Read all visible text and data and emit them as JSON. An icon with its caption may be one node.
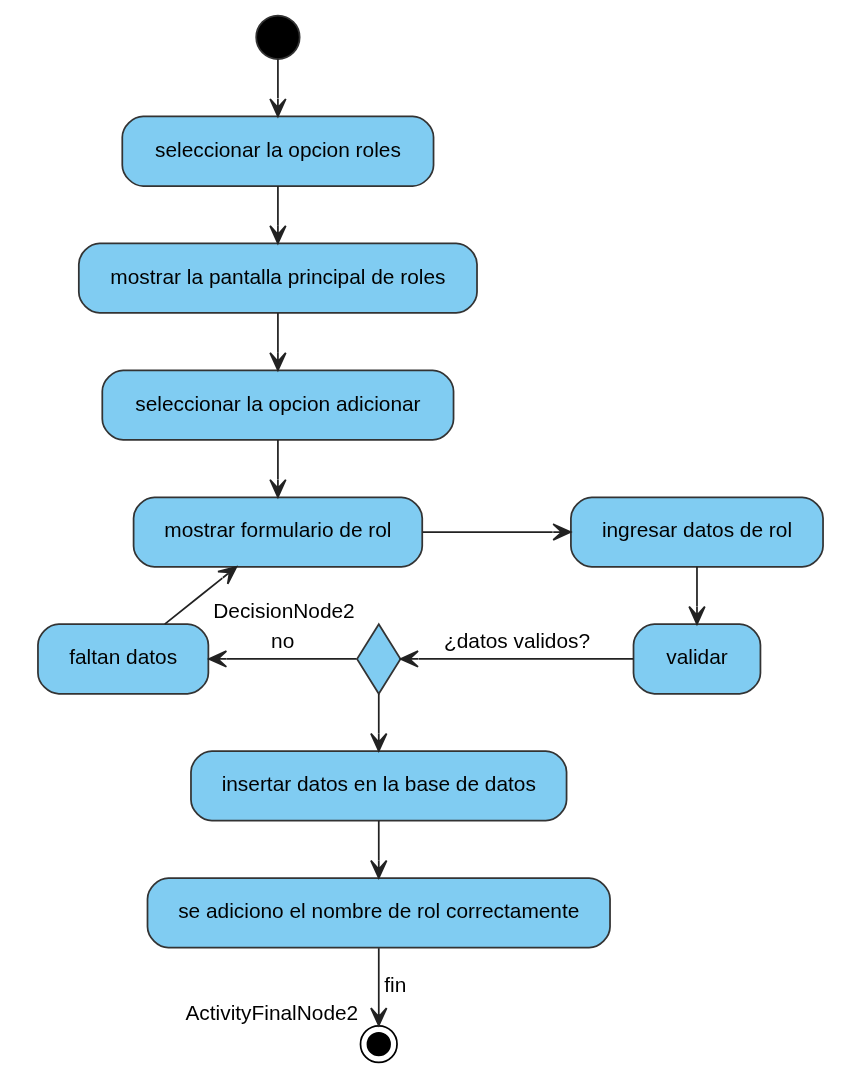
{
  "diagram": {
    "nodes": [
      {
        "text": [],
        "shape": "circle"
      },
      {
        "text": [
          "seleccionar la opcion roles"
        ]
      },
      {
        "text": [
          "mostrar la pantalla principal de roles"
        ]
      },
      {
        "text": [
          "seleccionar la opcion adicionar"
        ]
      },
      {
        "text": [
          "mostrar formulario de rol"
        ]
      },
      {
        "text": [
          "ingresar datos de rol"
        ]
      },
      {
        "text": [
          "validar"
        ]
      },
      {
        "text": [],
        "shape": "diamond",
        "beside": [
          "DecisionNode2"
        ]
      },
      {
        "text": [
          "faltan datos"
        ]
      },
      {
        "text": [
          "insertar datos en la base de datos"
        ]
      },
      {
        "text": [
          "se adiciono el nombre de rol correctamente"
        ]
      },
      {
        "text": [],
        "shape": "circle",
        "beside": [
          "ActivityFinalNode2"
        ]
      }
    ],
    "edges": [
      {
        "from": 0,
        "to": 1,
        "arrow": "to"
      },
      {
        "from": 1,
        "to": 2,
        "arrow": "to"
      },
      {
        "from": 2,
        "to": 3,
        "arrow": "to"
      },
      {
        "from": 3,
        "to": 4,
        "arrow": "to"
      },
      {
        "from": 4,
        "to": 5,
        "arrow": "to"
      },
      {
        "from": 5,
        "to": 6,
        "arrow": "to"
      },
      {
        "from": 6,
        "to": 7,
        "arrow": "to",
        "label": "¿datos validos?"
      },
      {
        "from": 7,
        "to": 8,
        "arrow": "to",
        "label": "no"
      },
      {
        "from": 8,
        "to": 4,
        "arrow": "to"
      },
      {
        "from": 7,
        "to": 9,
        "arrow": "to"
      },
      {
        "from": 9,
        "to": 10,
        "arrow": "to"
      },
      {
        "from": 10,
        "to": 11,
        "arrow": "to",
        "label": "fin"
      }
    ]
  }
}
